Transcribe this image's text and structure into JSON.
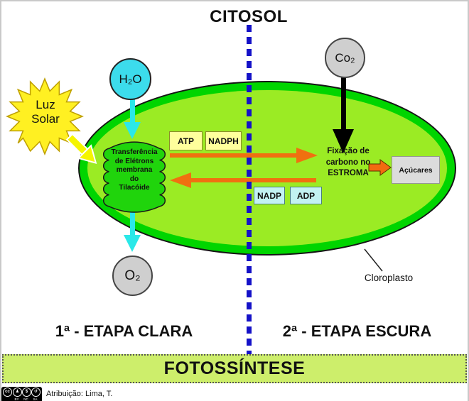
{
  "header": {
    "title": "CITOSOL"
  },
  "sun": {
    "lines": [
      "Luz",
      "Solar"
    ]
  },
  "cytosol_molecules": {
    "h2o": "H₂O",
    "co2": "Co₂",
    "o2": "O₂"
  },
  "chloroplast": {
    "label": "Cloroplasto",
    "ring_color": "#00d500",
    "stroma_color": "#9beb24"
  },
  "thylakoid": {
    "lines": [
      "Transferência",
      "de Elétrons",
      "membrana",
      "do",
      "Tilacóide"
    ],
    "fill_color": "#20d40c"
  },
  "carriers": {
    "atp": "ATP",
    "nadph": "NADPH",
    "nadp": "NADP",
    "adp": "ADP"
  },
  "fixation": {
    "lines": [
      "Fixação de",
      "carbono no",
      "ESTROMA"
    ],
    "product": "Açúcares"
  },
  "stages": {
    "light": "1ª - ETAPA CLARA",
    "dark": "2ª - ETAPA ESCURA"
  },
  "banner": {
    "title": "FOTOSSÍNTESE",
    "color": "#cdee6b"
  },
  "divider": {
    "color": "#1512c8"
  },
  "palette": {
    "orange_arrow": "#f07010",
    "cyan_arrow": "#2be8e8",
    "yellow_star": "#fff022",
    "gray_molecule": "#cfcfcf",
    "carrier_yellow": "#ffff9c",
    "carrier_cyan": "#c2f2f2"
  },
  "footer": {
    "attribution": "Atribuição: Lima, T.",
    "license": {
      "icons": [
        {
          "name": "cc",
          "glyph": "cc"
        },
        {
          "name": "by",
          "glyph": "♟"
        },
        {
          "name": "nc",
          "glyph": "$"
        },
        {
          "name": "sa",
          "glyph": "↺"
        }
      ],
      "sublabels": [
        "BY",
        "NC",
        "SA"
      ]
    }
  }
}
